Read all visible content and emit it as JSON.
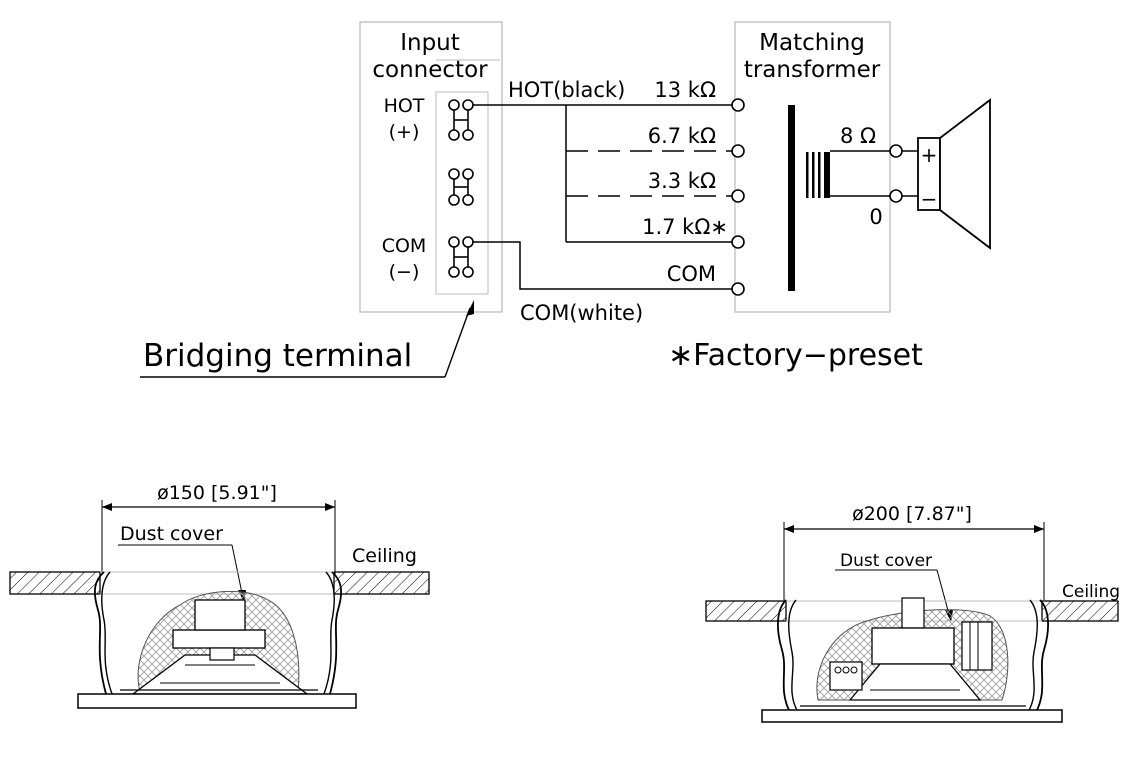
{
  "wiring": {
    "input_connector_title_1": "Input",
    "input_connector_title_2": "connector",
    "hot_label": "HOT",
    "hot_sign": "(+)",
    "com_label": "COM",
    "com_sign": "(−)",
    "transformer_title_1": "Matching",
    "transformer_title_2": "transformer",
    "hot_wire_label": "HOT(black)",
    "com_wire_label": "COM(white)",
    "taps": [
      "13 kΩ",
      "6.7 kΩ",
      "3.3 kΩ",
      "1.7 kΩ∗",
      "COM"
    ],
    "speaker_impedance": "8 Ω",
    "speaker_zero": "0",
    "speaker_plus": "+",
    "speaker_minus": "−",
    "bridging_terminal": "Bridging terminal",
    "factory_preset_note": "∗Factory−preset"
  },
  "mount_small": {
    "diameter": "ø150 [5.91\"]",
    "dust_cover": "Dust cover",
    "ceiling": "Ceiling"
  },
  "mount_large": {
    "diameter": "ø200 [7.87\"]",
    "dust_cover": "Dust cover",
    "ceiling": "Ceiling"
  }
}
